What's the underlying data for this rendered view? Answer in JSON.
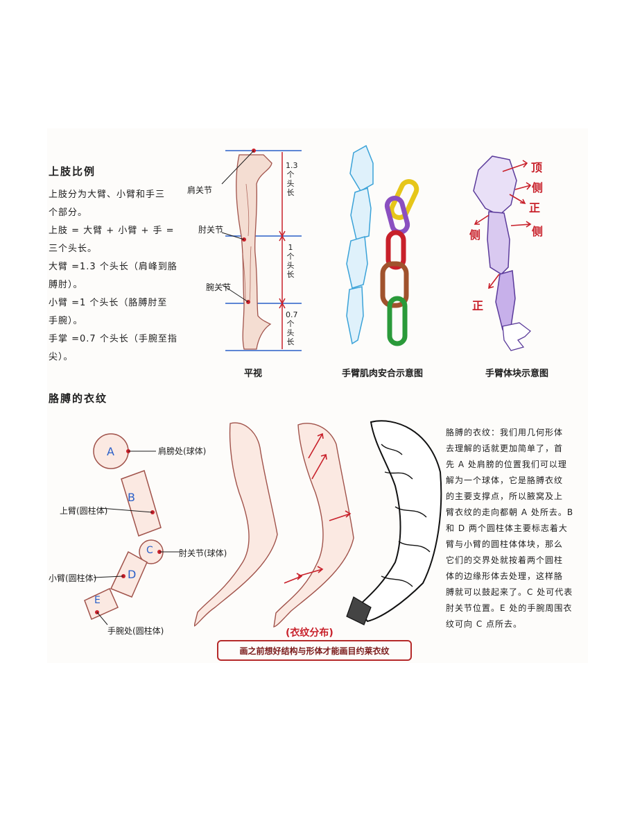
{
  "section1": {
    "title": "上肢比例",
    "lines": [
      "上肢分为大臂、小臂和手三",
      "个部分。",
      "上肢 = 大臂 + 小臂 + 手 =",
      "三个头长。",
      "大臂 =1.3 个头长（肩峰到胳",
      "膊肘）。",
      "小臂 =1 个头长（胳膊肘至",
      "手腕）。",
      "手掌 =0.7 个头长（手腕至指",
      "尖）。"
    ]
  },
  "front_view": {
    "caption": "平视",
    "shoulder": "肩关节",
    "elbow": "肘关节",
    "wrist": "腕关节",
    "seg1": "1.3个头长",
    "seg2": "1个头长",
    "seg3": "0.7个头长"
  },
  "chain": {
    "caption": "手臂肌肉安合示意图"
  },
  "block": {
    "caption": "手臂体块示意图",
    "top": "顶",
    "side1": "侧",
    "front1": "正",
    "side2": "侧",
    "side3": "侧",
    "front2": "正"
  },
  "section2": {
    "title": "胳膊的衣纹"
  },
  "geo": {
    "a": "A",
    "b": "B",
    "c": "C",
    "d": "D",
    "e": "E",
    "shoulder": "肩膀处(球体)",
    "upper": "上臂(圆柱体)",
    "elbow": "肘关节(球体)",
    "fore": "小臂(圆柱体)",
    "wrist": "手腕处(圆柱体)"
  },
  "banner": {
    "title": "(衣纹分布)",
    "text": "画之前想好结构与形体才能画目约莱衣纹"
  },
  "note": {
    "lines": [
      "胳膊的衣纹：我们用几何形体",
      "去理解的话就更加简单了，首",
      "先 A 处肩膀的位置我们可以理",
      "解为一个球体，它是胳膊衣纹",
      "的主要支撑点，所以腋窝及上",
      "臂衣纹的走向都朝 A 处所去。B",
      "和 D 两个圆柱体主要标志着大",
      "臂与小臂的圆柱体体块，那么",
      "它们的交界处就按着两个圆柱",
      "体的边缘形体去处理，这样胳",
      "膊就可以鼓起来了。C 处可代表",
      "肘关节位置。E 处的手腕周围衣",
      "纹可向 C 点所去。"
    ]
  },
  "colors": {
    "red": "#c8202a",
    "blue": "#2a5fc8",
    "purple": "#7b4fb0"
  }
}
